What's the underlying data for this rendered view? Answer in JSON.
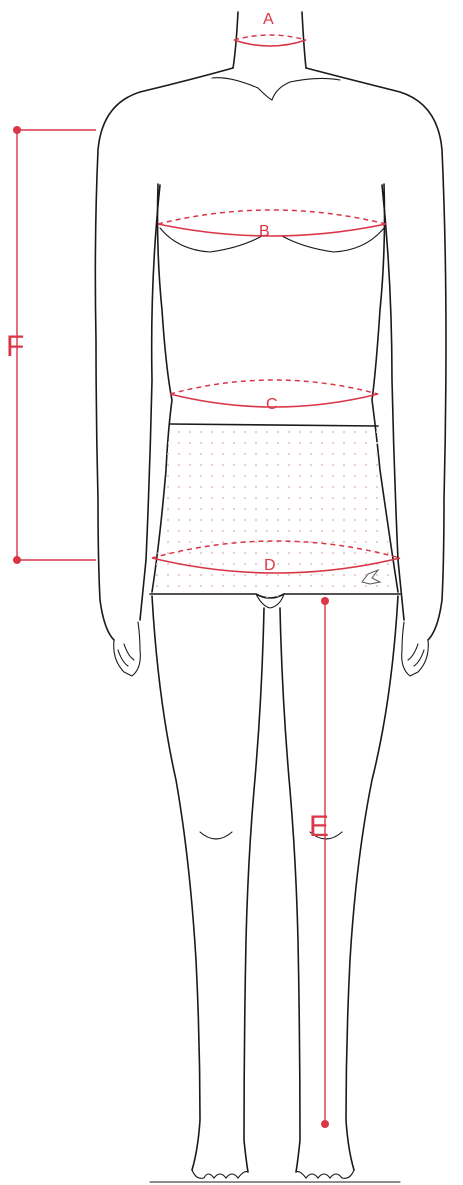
{
  "labels": {
    "a": "A",
    "b": "B",
    "c": "C",
    "d": "D",
    "e": "E",
    "f": "F"
  },
  "colors": {
    "measure": "#d93646",
    "outline": "#1a1a1a",
    "dots": "#e9c9c9"
  },
  "icons": {
    "brand": "star-logo-icon"
  }
}
